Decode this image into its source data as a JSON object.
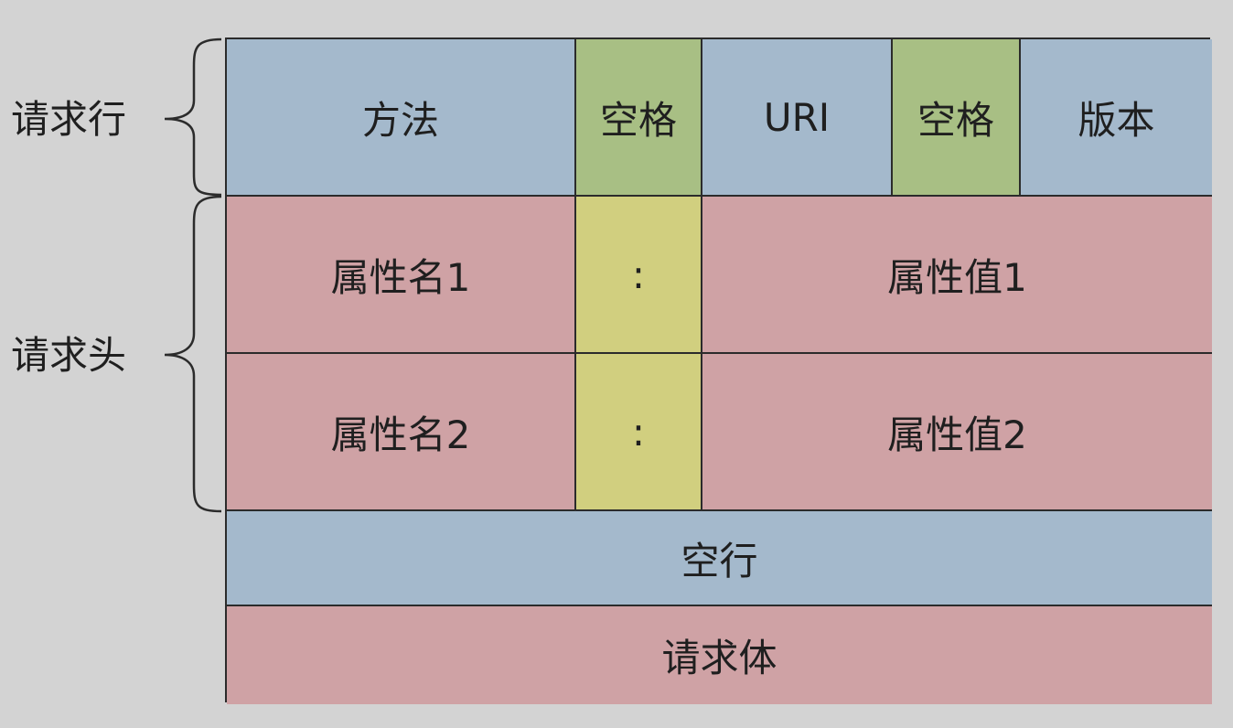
{
  "labels": {
    "request_line": "请求行",
    "request_header": "请求头"
  },
  "request_line": {
    "method": "方法",
    "space1": "空格",
    "uri": "URI",
    "space2": "空格",
    "version": "版本"
  },
  "headers": [
    {
      "name": "属性名1",
      "colon": ":",
      "value": "属性值1"
    },
    {
      "name": "属性名2",
      "colon": ":",
      "value": "属性值2"
    }
  ],
  "blank_line": "空行",
  "body": "请求体",
  "colors": {
    "background": "#d3d3d3",
    "blue": "#a4b9cc",
    "green": "#a8bf84",
    "pink": "#cfa2a5",
    "yellow": "#d1cf7f",
    "border": "#2b2b2b"
  }
}
